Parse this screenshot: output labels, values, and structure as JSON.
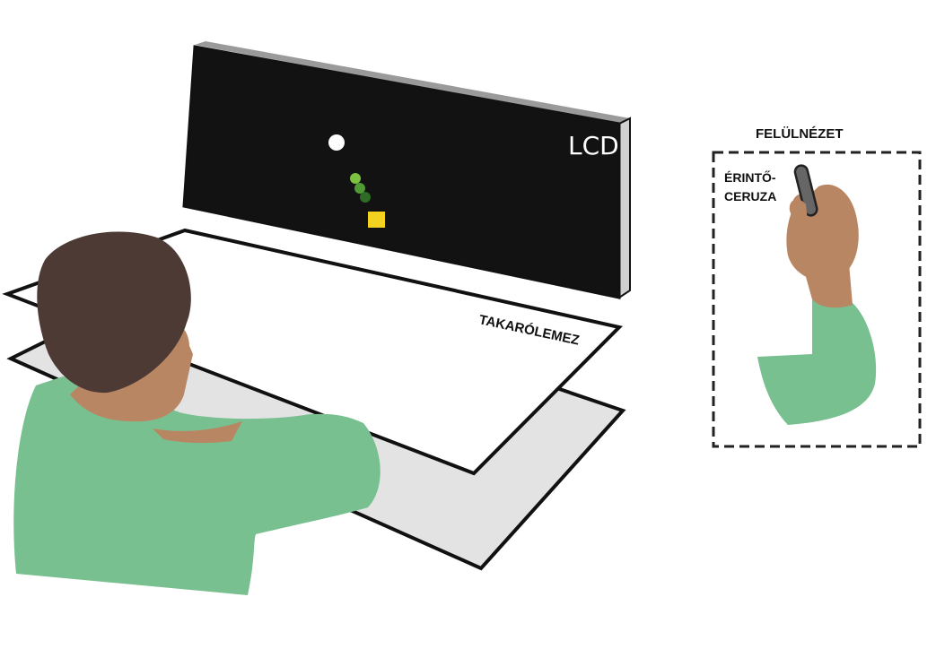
{
  "labels": {
    "lcd": "LCD",
    "cover_plate": "TAKARÓLEMEZ",
    "top_view": "FELÜLNÉZET",
    "stylus_line1": "ÉRINTŐ-",
    "stylus_line2": "CERUZA"
  },
  "colors": {
    "screen": "#121212",
    "screen_edge": "#cfcfcf",
    "plate_top": "#ffffff",
    "plate_bottom": "#e3e3e3",
    "outline": "#111111",
    "shirt": "#79c091",
    "hair": "#4d3a35",
    "skin": "#b98663",
    "target_dot": "#ffffff",
    "trace_dot_1": "#7cc142",
    "trace_dot_2": "#4f9a35",
    "trace_dot_3": "#2f6a26",
    "start_square": "#f4d320",
    "pen": "#666666"
  },
  "icons": {
    "target": "white-circle",
    "trace": "green-dots",
    "start": "yellow-square"
  }
}
